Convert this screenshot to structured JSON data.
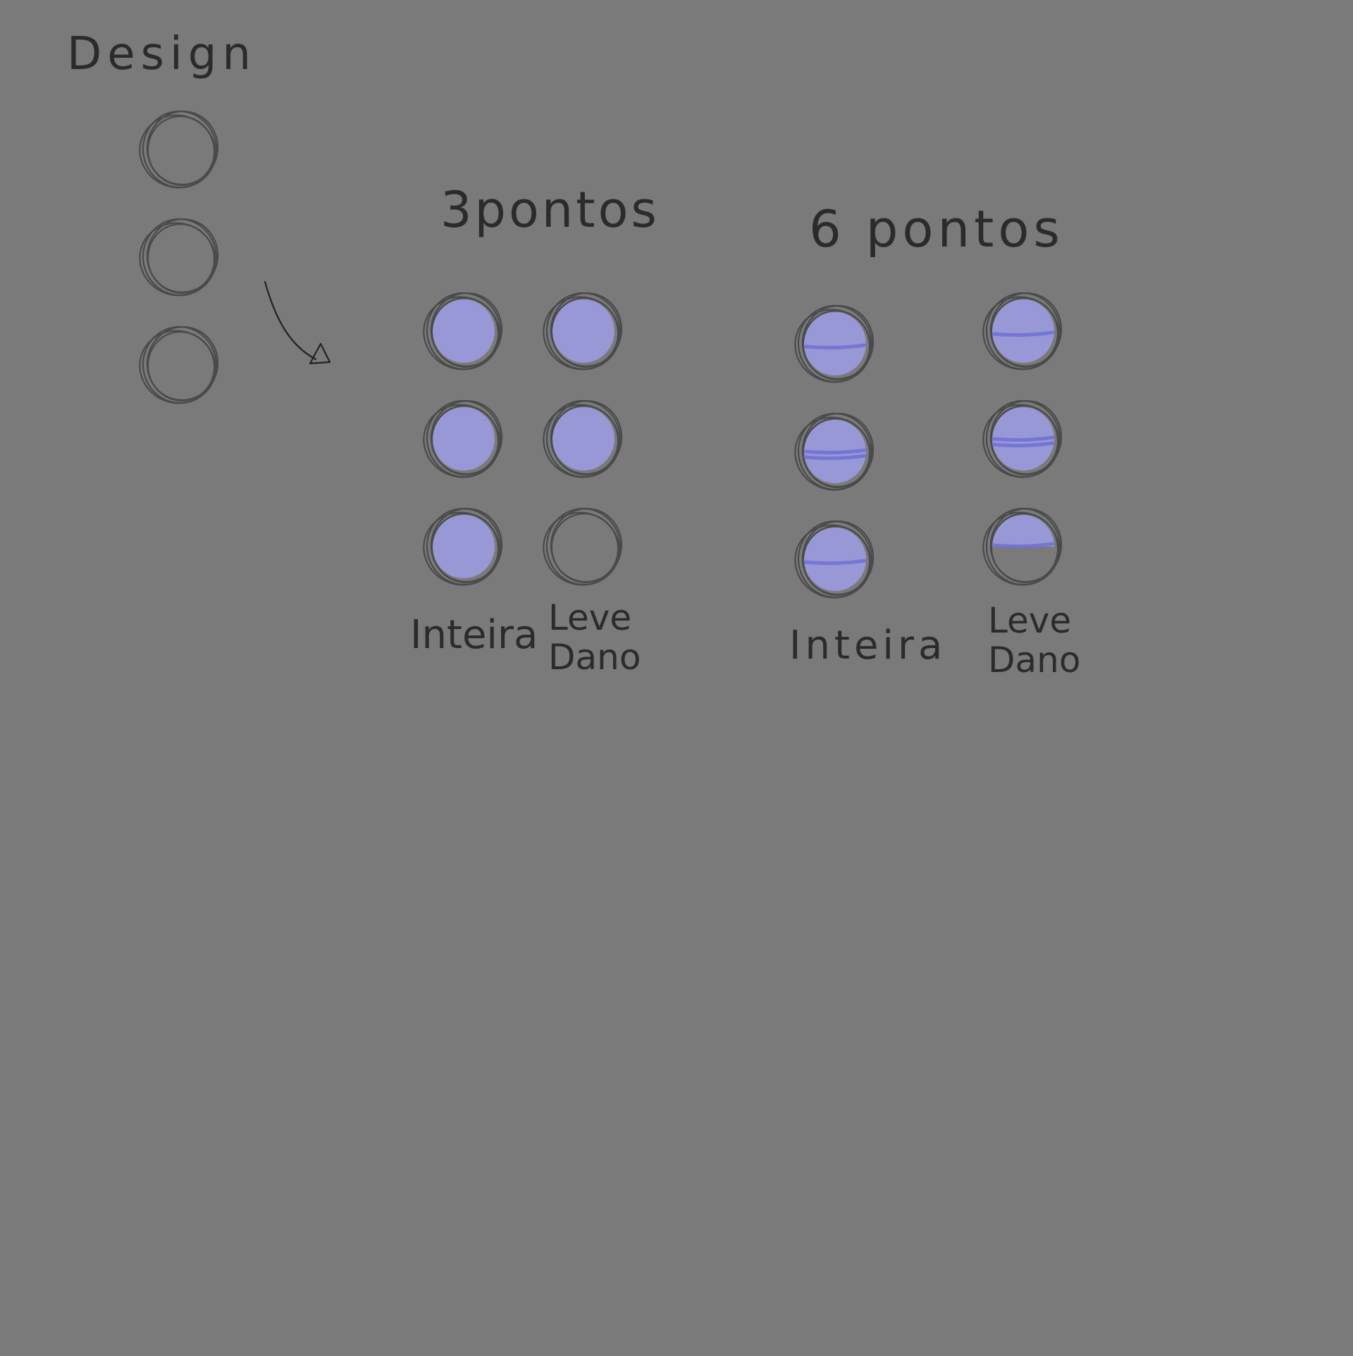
{
  "title": "Design",
  "colors": {
    "background": "#7a7a7a",
    "ink": "#222222",
    "circle_outline": "#4a4a4a",
    "fill_color": "#9b9be0",
    "half_mark_color": "#6f6fd6"
  },
  "design_column": {
    "dots": [
      {
        "fill": "empty"
      },
      {
        "fill": "empty"
      },
      {
        "fill": "empty"
      }
    ]
  },
  "groups": [
    {
      "title": "3pontos",
      "columns": [
        {
          "label_lines": [
            "Inteira"
          ],
          "dots": [
            {
              "fill": "full"
            },
            {
              "fill": "full"
            },
            {
              "fill": "full"
            }
          ]
        },
        {
          "label_lines": [
            "Leve",
            "Dano"
          ],
          "dots": [
            {
              "fill": "full"
            },
            {
              "fill": "full"
            },
            {
              "fill": "empty"
            }
          ]
        }
      ]
    },
    {
      "title": "6 pontos",
      "columns": [
        {
          "label_lines": [
            "Inteira"
          ],
          "dots": [
            {
              "fill": "full"
            },
            {
              "fill": "full"
            },
            {
              "fill": "full"
            }
          ]
        },
        {
          "label_lines": [
            "Leve",
            "Dano"
          ],
          "dots": [
            {
              "fill": "full"
            },
            {
              "fill": "full"
            },
            {
              "fill": "half"
            }
          ]
        }
      ]
    }
  ]
}
